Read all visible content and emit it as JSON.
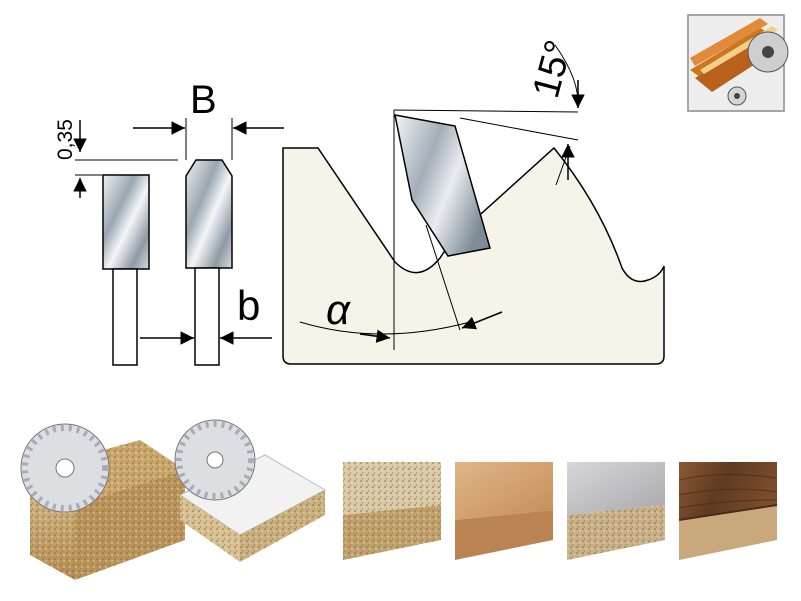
{
  "labels": {
    "kerf_width": "B",
    "body_thickness": "b",
    "side_clearance": "0,35",
    "top_angle": "15°",
    "rake_angle": "α"
  },
  "colors": {
    "blade_profile_fill": "#f7f4e9",
    "carbide_steel": "#b9c4cc",
    "chipboard": "#c7a66b",
    "mdf": "#d2a06f",
    "laminate_grey": "#bcbcbc",
    "walnut_veneer": "#6b4428",
    "edge_banding_orange": "#d86a1e"
  },
  "thumbnail": {
    "icon": "edge-trimming-saw-icon"
  },
  "applications": [
    {
      "icon": "saw-blade-on-chipboard-icon"
    },
    {
      "icon": "saw-blade-on-laminated-board-icon"
    }
  ],
  "materials": [
    {
      "icon": "raw-chipboard-sample-icon"
    },
    {
      "icon": "mdf-sample-icon"
    },
    {
      "icon": "grey-laminated-chipboard-sample-icon"
    },
    {
      "icon": "walnut-veneer-board-sample-icon"
    }
  ]
}
